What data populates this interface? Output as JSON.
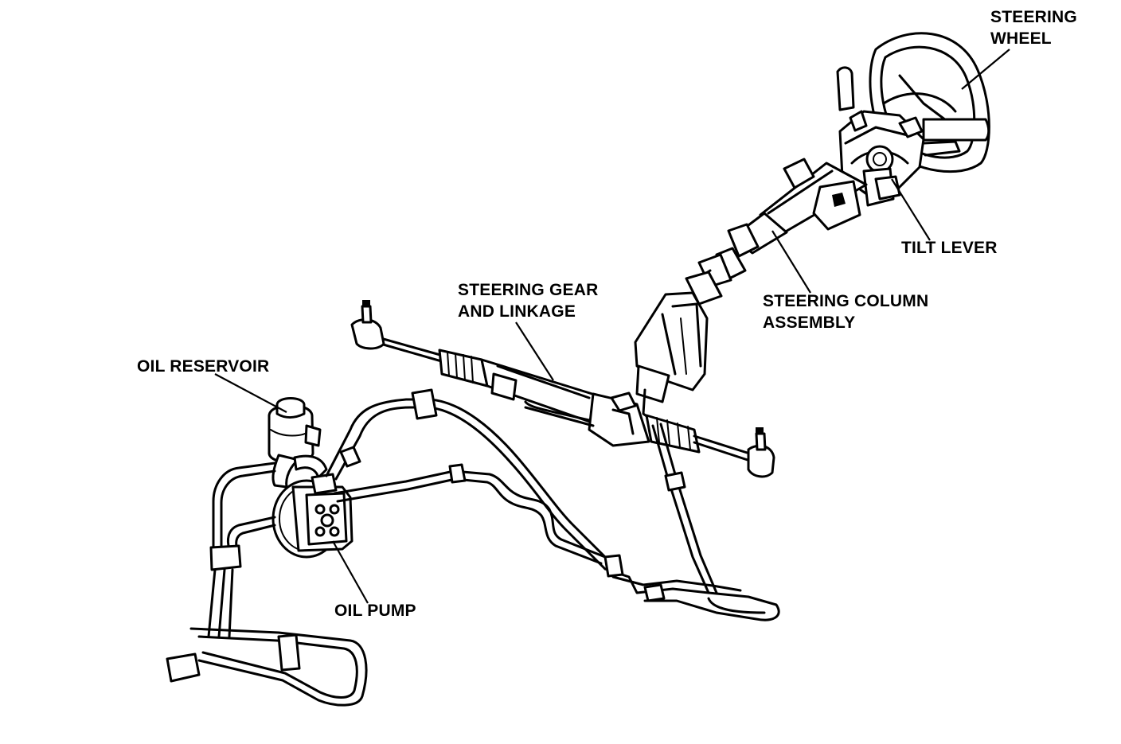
{
  "labels": {
    "steering_wheel": [
      "STEERING",
      "WHEEL"
    ],
    "tilt_lever": "TILT LEVER",
    "steering_column": [
      "STEERING COLUMN",
      "ASSEMBLY"
    ],
    "steering_gear": [
      "STEERING GEAR",
      "AND LINKAGE"
    ],
    "oil_reservoir": "OIL RESERVOIR",
    "oil_pump": "OIL PUMP"
  },
  "colors": {
    "line": "#000000",
    "background": "#ffffff"
  }
}
